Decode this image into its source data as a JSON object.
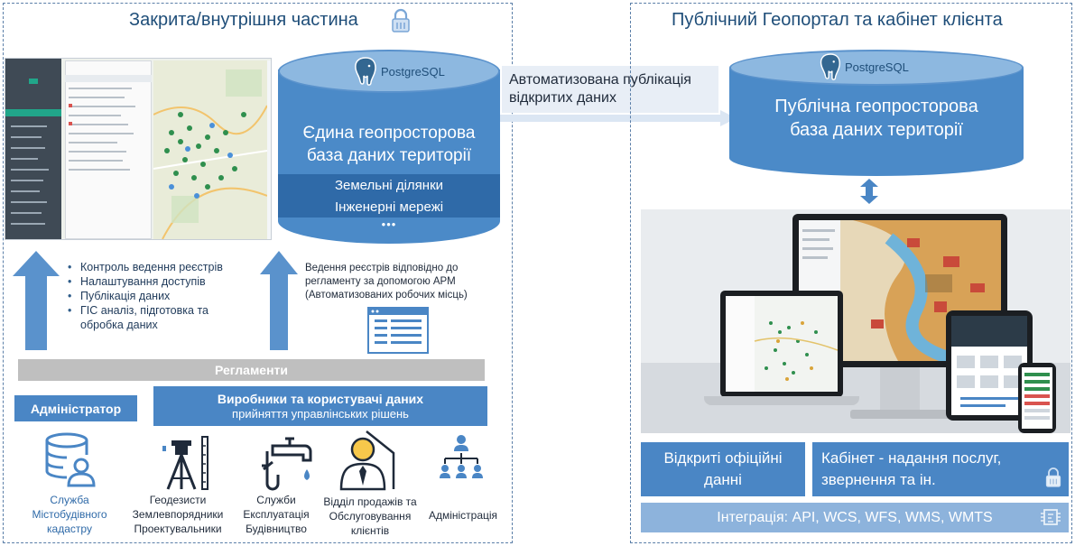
{
  "left_panel": {
    "title": "Закрита/внутрішня частина",
    "db": {
      "logo": "PostgreSQL",
      "title_line1": "Єдина геопросторова",
      "title_line2": "база даних території",
      "band1": "Земельні ділянки",
      "band2": "Інженерні мережі",
      "more": "•••"
    },
    "admin_tasks": [
      "Контроль ведення реєстрів",
      "Налаштування доступів",
      "Публікація даних",
      "ГІС аналіз, підготовка та обробка даних"
    ],
    "registry_note": "Ведення реєстрів відповідно до регламенту за допомогою АРМ (Автоматизованих робочих місць)",
    "reglaments": "Регламенти",
    "administrator": "Адміністратор",
    "producers_title": "Виробники та користувачі даних",
    "producers_sub": "прийняття управлінських рішень",
    "roles": [
      {
        "icon": "database-user-icon",
        "label": "Служба Містобудівного кадастру"
      },
      {
        "icon": "surveyor-icon",
        "label": "Геодезисти Землевпорядники Проектувальники"
      },
      {
        "icon": "water-tap-icon",
        "label": "Служби Експлуатація Будівництво"
      },
      {
        "icon": "sales-person-icon",
        "label": "Відділ продажів та Обслуговування клієнтів"
      },
      {
        "icon": "org-chart-icon",
        "label": "Адміністрація"
      }
    ]
  },
  "middle": {
    "arrow_label": "Автоматизована публікація відкритих даних"
  },
  "right_panel": {
    "title": "Публічний Геопортал та кабінет клієнта",
    "db": {
      "logo": "PostgreSQL",
      "title_line1": "Публічна геопросторова",
      "title_line2": "база даних території"
    },
    "open_data": "Відкриті офіційні данні",
    "cabinet": "Кабінет - надання послуг, звернення та ін.",
    "integration": "Інтеграція: API, WCS, WFS, WMS, WMTS"
  }
}
